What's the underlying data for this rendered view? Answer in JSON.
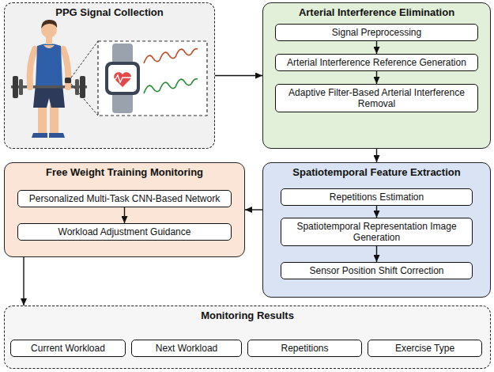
{
  "diagram": {
    "nodes": [
      {
        "text": [
          "PPG Signal Collection"
        ]
      },
      {
        "text": [
          "Arterial Interference Elimination"
        ]
      },
      {
        "text": [
          "Signal Preprocessing"
        ],
        "in": 1
      },
      {
        "text": [
          "Arterial Interference Reference Generation"
        ],
        "in": 1
      },
      {
        "text": [
          "Adaptive Filter-Based Arterial Interference Removal"
        ],
        "in": 1
      },
      {
        "text": [
          "Free Weight Training Monitoring"
        ]
      },
      {
        "text": [
          "Personalized Multi-Task CNN-Based Network"
        ],
        "in": 5
      },
      {
        "text": [
          "Workload Adjustment Guidance"
        ],
        "in": 5
      },
      {
        "text": [
          "Spatiotemporal Feature Extraction"
        ]
      },
      {
        "text": [
          "Repetitions Estimation"
        ],
        "in": 8
      },
      {
        "text": [
          "Spatiotemporal Representation Image Generation"
        ],
        "in": 8
      },
      {
        "text": [
          "Sensor Position Shift Correction"
        ],
        "in": 8
      },
      {
        "text": [
          "Monitoring Results"
        ]
      },
      {
        "text": [
          "Current Workload"
        ],
        "in": 12
      },
      {
        "text": [
          "Next Workload"
        ],
        "in": 12
      },
      {
        "text": [
          "Repetitions"
        ],
        "in": 12
      },
      {
        "text": [
          "Exercise Type"
        ],
        "in": 12
      }
    ],
    "edges": [
      {
        "from": 0,
        "to": 1,
        "arrow": "to"
      },
      {
        "from": 2,
        "to": 3,
        "arrow": "to"
      },
      {
        "from": 3,
        "to": 4,
        "arrow": "to"
      },
      {
        "from": 1,
        "to": 8,
        "arrow": "to"
      },
      {
        "from": 9,
        "to": 10,
        "arrow": "to"
      },
      {
        "from": 10,
        "to": 11,
        "arrow": "to"
      },
      {
        "from": 8,
        "to": 5,
        "arrow": "to"
      },
      {
        "from": 6,
        "to": 7,
        "arrow": "to"
      },
      {
        "from": 5,
        "to": 12,
        "arrow": "to"
      }
    ]
  }
}
